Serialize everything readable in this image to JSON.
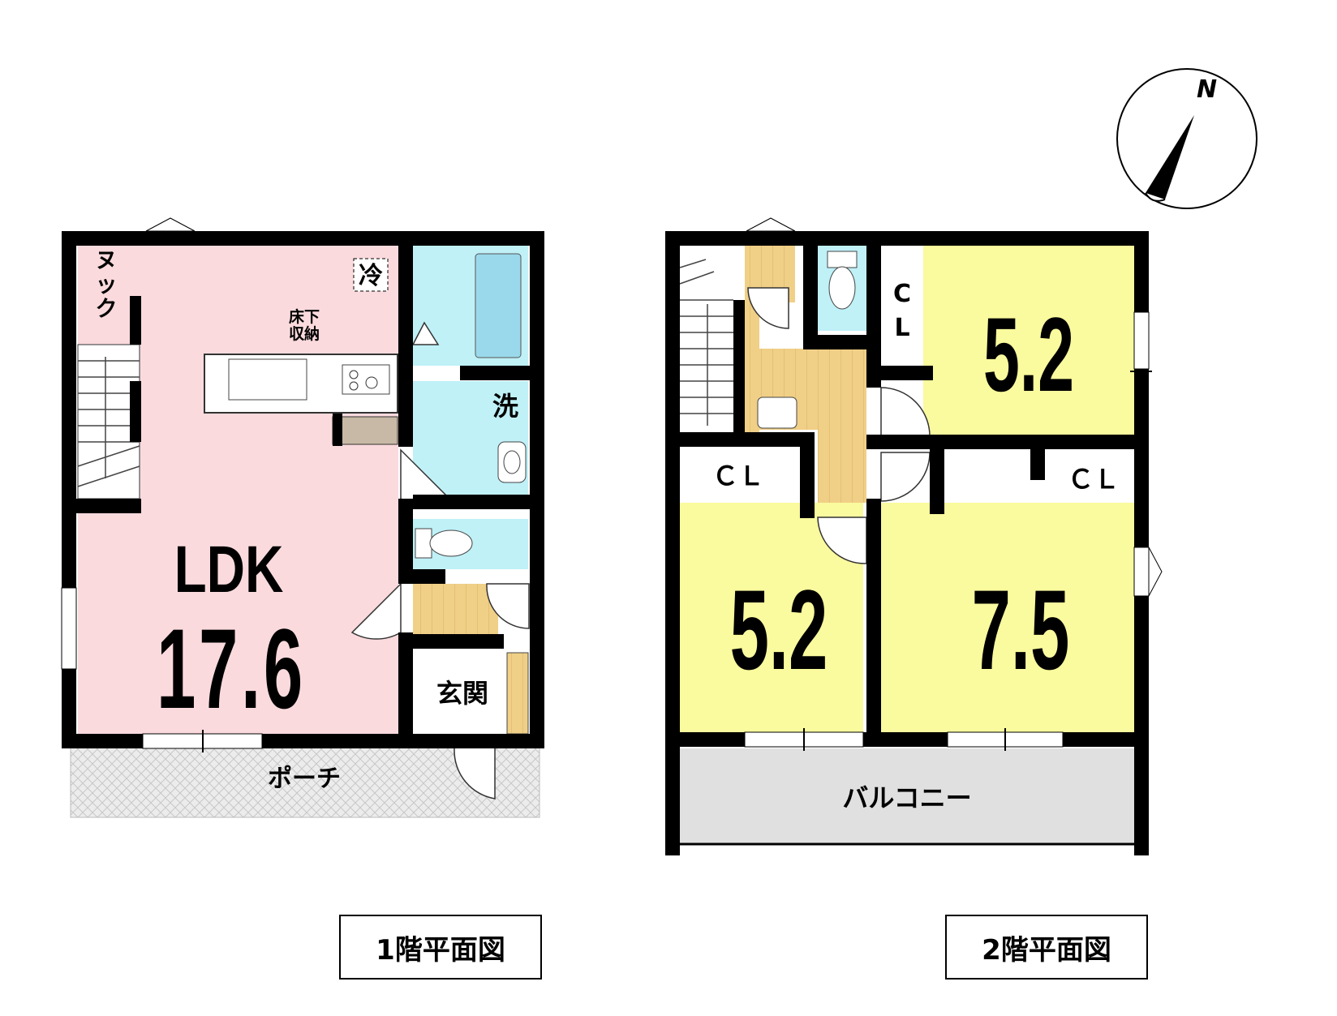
{
  "compass": {
    "north_label": "N"
  },
  "floor1": {
    "caption": "1階平面図",
    "nook": "ヌック",
    "fridge": "冷",
    "underfloor_storage": [
      "床下",
      "収納"
    ],
    "laundry": "洗",
    "ldk_label": "LDK",
    "ldk_size": "17.6",
    "entrance": "玄関",
    "porch": "ポーチ"
  },
  "floor2": {
    "caption": "2階平面図",
    "cl_top": [
      "C",
      "L"
    ],
    "room_ne_size": "5.2",
    "cl_left": "ＣＬ",
    "cl_right": "ＣＬ",
    "room_sw_size": "5.2",
    "room_se_size": "7.5",
    "balcony": "バルコニー"
  },
  "colors": {
    "ldk": "#fadadd",
    "wet_area": "#bff1f7",
    "bedroom": "#fafa9e",
    "hall_floor": "#f0cf86",
    "wall": "#000000",
    "porch": "#e8e8e8",
    "balcony": "#e0e0e0"
  }
}
